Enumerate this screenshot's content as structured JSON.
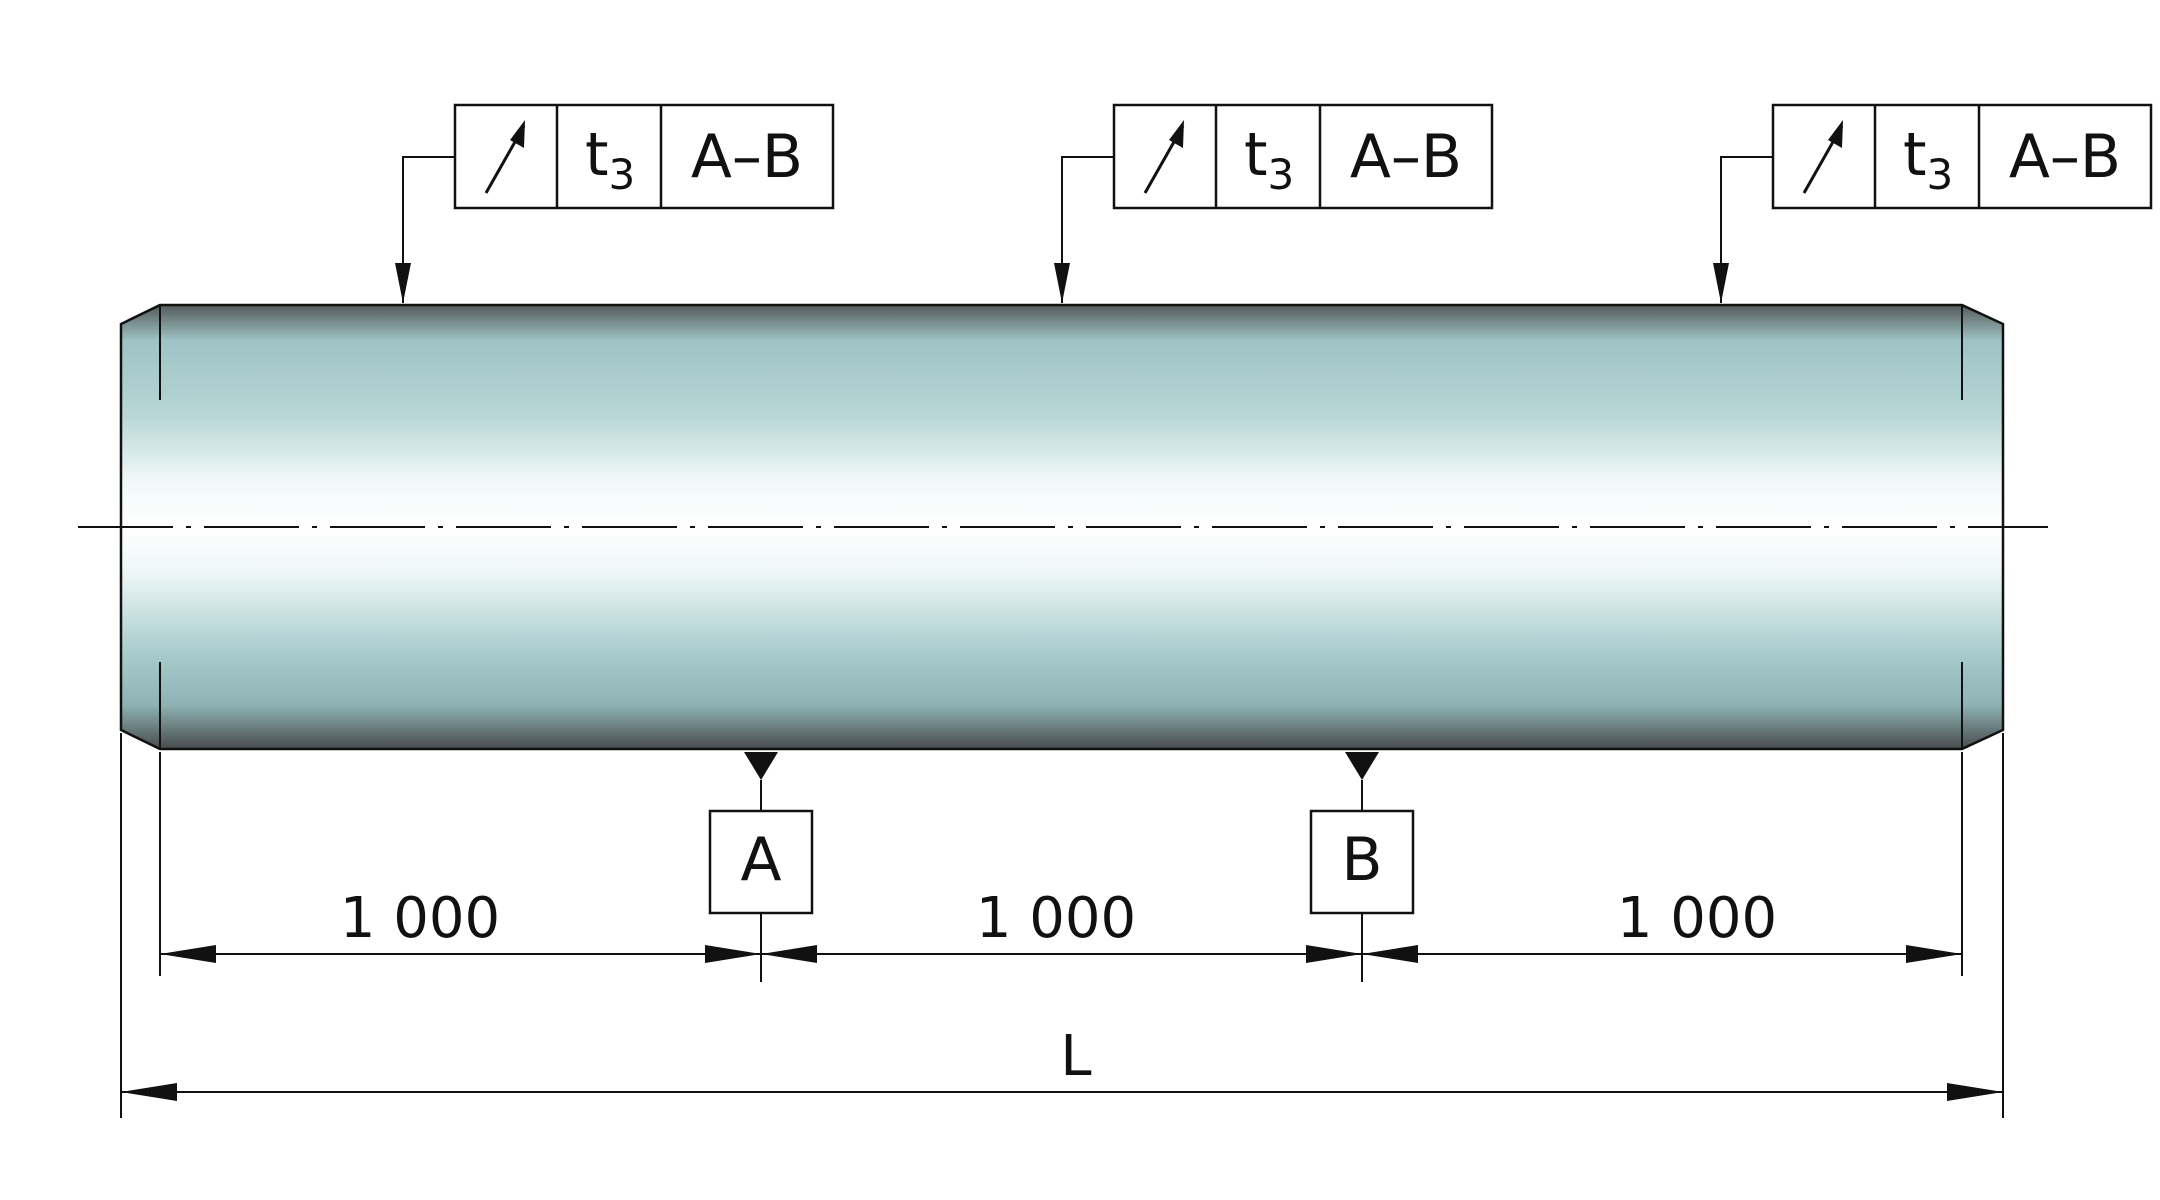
{
  "feature_frames": [
    {
      "symbol_icon": "circular-runout-arrow-icon",
      "tolerance_main": "t",
      "tolerance_sub": "3",
      "datum_ref": "A–B"
    },
    {
      "symbol_icon": "circular-runout-arrow-icon",
      "tolerance_main": "t",
      "tolerance_sub": "3",
      "datum_ref": "A–B"
    },
    {
      "symbol_icon": "circular-runout-arrow-icon",
      "tolerance_main": "t",
      "tolerance_sub": "3",
      "datum_ref": "A–B"
    }
  ],
  "datums": [
    {
      "label": "A"
    },
    {
      "label": "B"
    }
  ],
  "dimensions": {
    "segments": [
      "1 000",
      "1 000",
      "1 000"
    ],
    "overall": "L"
  },
  "colors": {
    "shaft_edge": "#555a5c",
    "shaft_mid": "#9ec3c4",
    "shaft_highlight": "#ffffff",
    "line": "#111111"
  }
}
